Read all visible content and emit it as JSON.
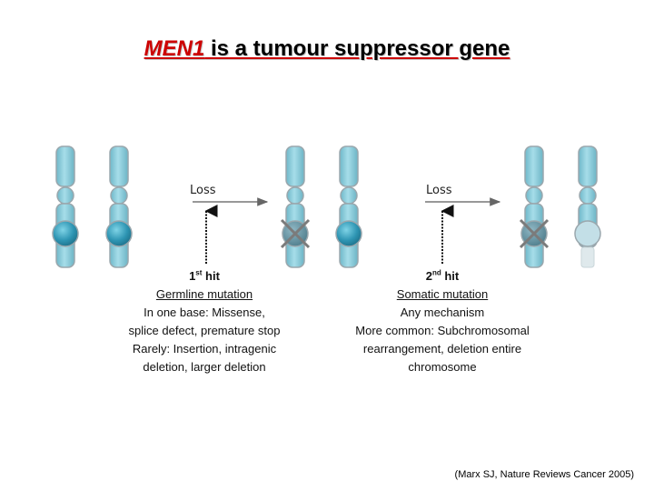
{
  "title": {
    "gene": "MEN1",
    "rest": " is a tumour suppressor gene"
  },
  "loss_labels": [
    "Loss",
    "Loss"
  ],
  "hits": [
    {
      "number": "1",
      "superscript": "st",
      "hit_word": " hit",
      "type": "Germline mutation",
      "lines": [
        "In one base: Missense,",
        "splice defect, premature stop",
        "Rarely: Insertion, intragenic",
        "deletion, larger deletion"
      ]
    },
    {
      "number": "2",
      "superscript": "nd",
      "hit_word": " hit",
      "type": "Somatic mutation",
      "lines": [
        "Any mechanism",
        "More common: Subchromosomal",
        "rearrangement, deletion entire",
        "chromosome"
      ]
    }
  ],
  "reference": "(Marx SJ, Nature Reviews Cancer 2005)",
  "colors": {
    "chromosome": "#8fd0de",
    "chromosome_outline": "#9aa7ad",
    "locus": "#2f98b5",
    "mutated_locus": "#5c8fa0",
    "cross": "#7b7b7b",
    "accent": "#cc0000"
  }
}
